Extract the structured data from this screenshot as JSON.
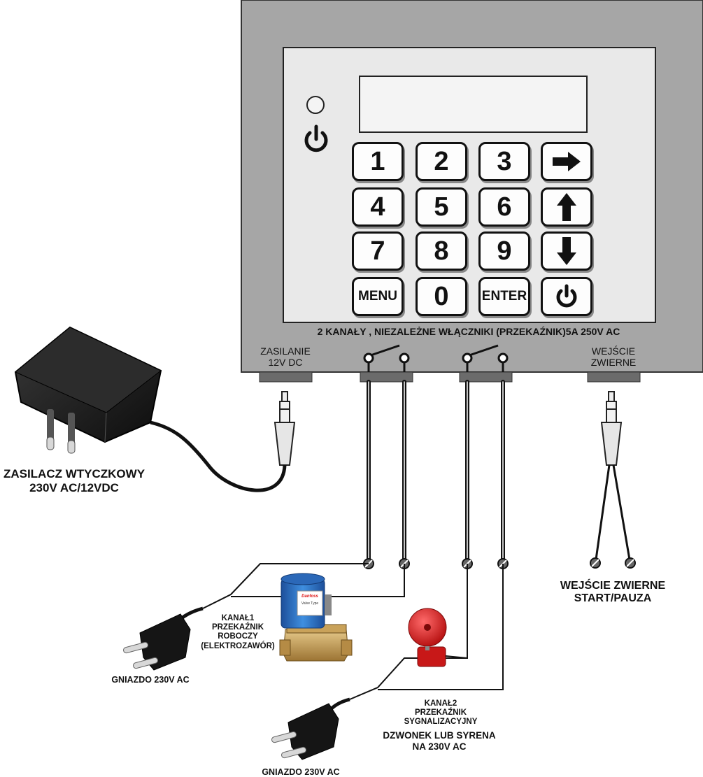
{
  "header_label": "2 KANAŁY , NIEZALEŻNE WŁĄCZNIKI (PRZEKAŹNIK)5A 250V AC",
  "ports": {
    "power": "ZASILANIE\n12V DC",
    "input": "WEJŚCIE\nZWIERNE"
  },
  "labels": {
    "adapter": "ZASILACZ WTYCZKOWY\n230V AC/12VDC",
    "input_contacts": "WEJŚCIE ZWIERNE\nSTART/PAUZA",
    "channel1": "KANAŁ1\nPRZEKAŹNIK\nROBOCZY\n(ELEKTROZAWÓR)",
    "socket1": "GNIAZDO 230V AC",
    "channel2": "KANAŁ2\nPRZEKAŹNIK\nSYGNALIZACYJNY",
    "channel2_device": "DZWONEK LUB SYRENA\nNA 230V AC",
    "socket2": "GNIAZDO 230V AC",
    "valve_brand": "Danfoss",
    "valve_type": "Valve Type"
  },
  "keypad": [
    {
      "label": "1",
      "kind": "num"
    },
    {
      "label": "2",
      "kind": "num"
    },
    {
      "label": "3",
      "kind": "num"
    },
    {
      "label": "",
      "kind": "icon",
      "icon": "arrow-right-icon"
    },
    {
      "label": "4",
      "kind": "num"
    },
    {
      "label": "5",
      "kind": "num"
    },
    {
      "label": "6",
      "kind": "num"
    },
    {
      "label": "",
      "kind": "icon",
      "icon": "arrow-up-icon"
    },
    {
      "label": "7",
      "kind": "num"
    },
    {
      "label": "8",
      "kind": "num"
    },
    {
      "label": "9",
      "kind": "num"
    },
    {
      "label": "",
      "kind": "icon",
      "icon": "arrow-down-icon"
    },
    {
      "label": "MENU",
      "kind": "txt"
    },
    {
      "label": "0",
      "kind": "num"
    },
    {
      "label": "ENTER",
      "kind": "txt"
    },
    {
      "label": "",
      "kind": "icon",
      "icon": "power-icon"
    }
  ],
  "colors": {
    "housing": "#a6a6a6",
    "panel": "#e9e9e9",
    "connector": "#6b6b6b",
    "bell": "#d81e1e",
    "valve_coil": "#2a6fc4",
    "valve_body": "#c9a25a"
  }
}
